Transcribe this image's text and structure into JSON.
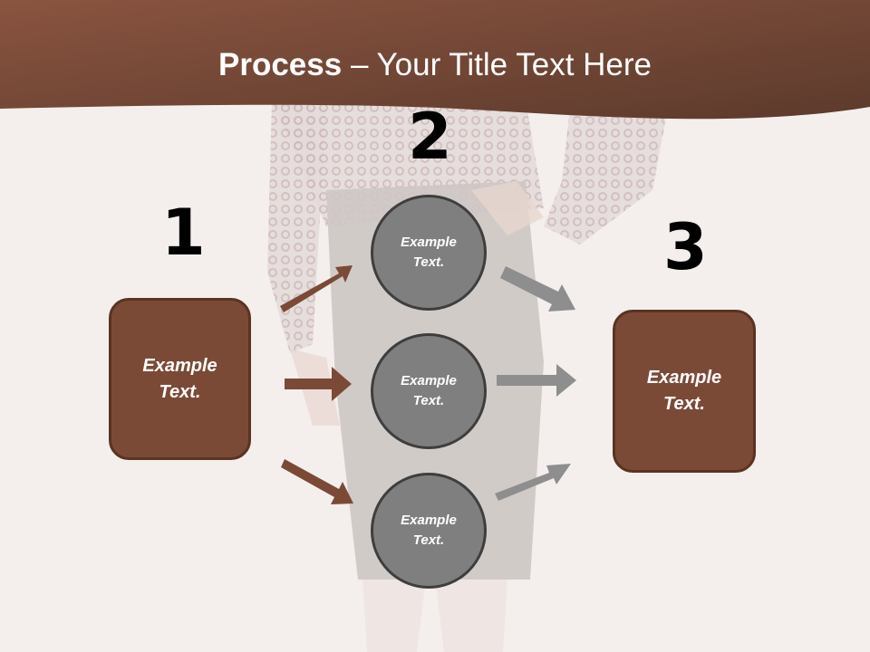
{
  "title": {
    "bold": "Process",
    "rest": " – Your Title Text Here"
  },
  "steps": [
    {
      "number": "1",
      "text": "Example\nText."
    },
    {
      "number": "2",
      "items": [
        "Example\nText.",
        "Example\nText.",
        "Example\nText."
      ]
    },
    {
      "number": "3",
      "text": "Example\nText."
    }
  ],
  "colors": {
    "header": "#7b4a37",
    "box": "#7b4a37",
    "circle": "#7f7f7f",
    "arrow_left": "#7b4a37",
    "arrow_right": "#8e8e8e"
  }
}
